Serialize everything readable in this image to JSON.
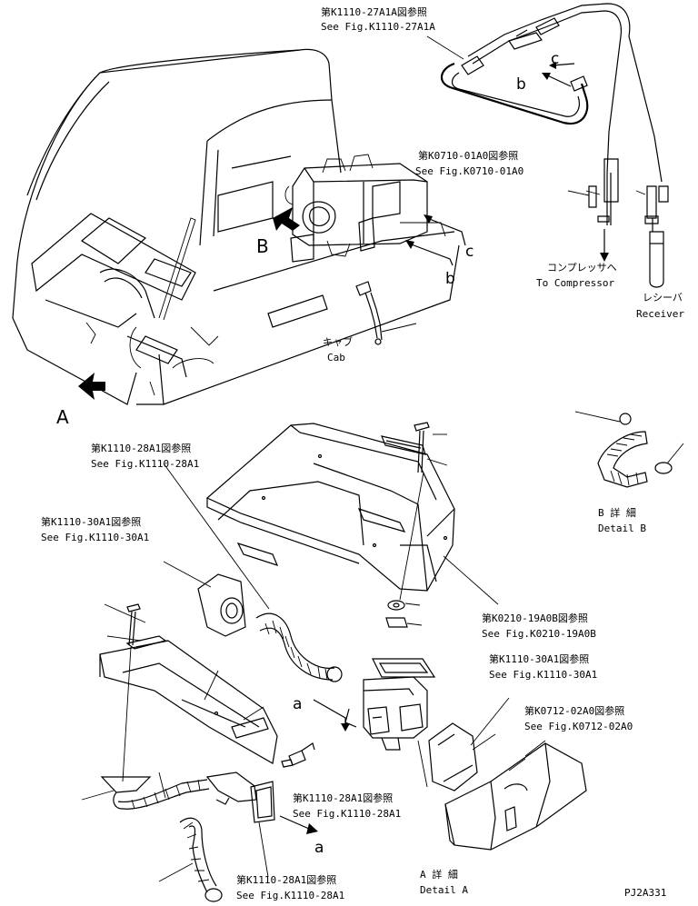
{
  "refs": {
    "k1110_27a1a_jp": "第K1110-27A1A図参照",
    "k1110_27a1a_en": "See Fig.K1110-27A1A",
    "k0710_01a0_jp": "第K0710-01A0図参照",
    "k0710_01a0_en": "See Fig.K0710-01A0",
    "k1110_28a1_top_jp": "第K1110-28A1図参照",
    "k1110_28a1_top_en": "See Fig.K1110-28A1",
    "k1110_30a1_left_jp": "第K1110-30A1図参照",
    "k1110_30a1_left_en": "See Fig.K1110-30A1",
    "k0210_19a0b_jp": "第K0210-19A0B図参照",
    "k0210_19a0b_en": "See Fig.K0210-19A0B",
    "k1110_30a1_right_jp": "第K1110-30A1図参照",
    "k1110_30a1_right_en": "See Fig.K1110-30A1",
    "k0712_02a0_jp": "第K0712-02A0図参照",
    "k0712_02a0_en": "See Fig.K0712-02A0",
    "k1110_28a1_mid_jp": "第K1110-28A1図参照",
    "k1110_28a1_mid_en": "See Fig.K1110-28A1",
    "k1110_28a1_bot_jp": "第K1110-28A1図参照",
    "k1110_28a1_bot_en": "See Fig.K1110-28A1"
  },
  "labels": {
    "compressor_jp": "コンプレッサヘ",
    "compressor_en": "To Compressor",
    "receiver_jp": "レシーバ",
    "receiver_en": "Receiver",
    "cab_jp": "キャブ",
    "cab_en": "Cab",
    "detail_b_jp": "B 詳 細",
    "detail_b_en": "Detail B",
    "detail_a_jp": "A 詳 細",
    "detail_a_en": "Detail A",
    "drawing_code": "PJ2A331"
  },
  "callouts": {
    "A": "A",
    "B": "B",
    "a_left": "a",
    "a_bottom": "a",
    "b_top": "b",
    "b_mid": "b",
    "c_top": "c",
    "c_mid": "c"
  }
}
